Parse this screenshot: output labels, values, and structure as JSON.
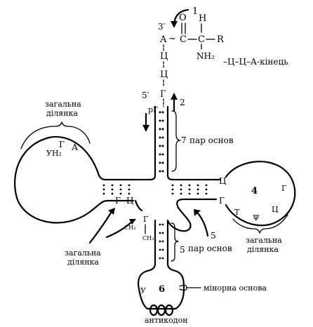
{
  "labels": {
    "n1": "1",
    "n2": "2",
    "n4": "4",
    "n5": "5",
    "n6": "6",
    "n7": "7",
    "prime3": "3′",
    "prime5": "5′",
    "A_top": "A",
    "tilde": "~",
    "C_carb": "C",
    "O": "O",
    "C_alpha": "C",
    "H": "H",
    "R": "R",
    "NH2": "NH₂",
    "cca_end": "–Ц–Ц–А-кінець",
    "c1": "Ц",
    "c2": "Ц",
    "g_acc": "Г",
    "pG": "рГ",
    "pairs7": "пар основ",
    "pairs5": "пар основ",
    "common_top_1": "загальна",
    "common_top_2": "ділянка",
    "common_left_1": "загальна",
    "common_left_2": "ділянка",
    "common_right_1": "загальна",
    "common_right_2": "ділянка",
    "uh2": "УН₂",
    "g_dloop": "Г",
    "a_dloop": "А",
    "g_junc": "Г",
    "c_junc": "Ц",
    "g_m1": "Г",
    "ch3_a": "СН₃",
    "ch3_b": "СН₃",
    "c_t": "Ц",
    "g_t1": "Г",
    "g_t2": "Г",
    "t_loop": "Т",
    "psi": "Ψ",
    "c_loop": "Ц",
    "u_anti": "У",
    "minor_base": "мінорна основа",
    "anticodon": "антикодон"
  }
}
